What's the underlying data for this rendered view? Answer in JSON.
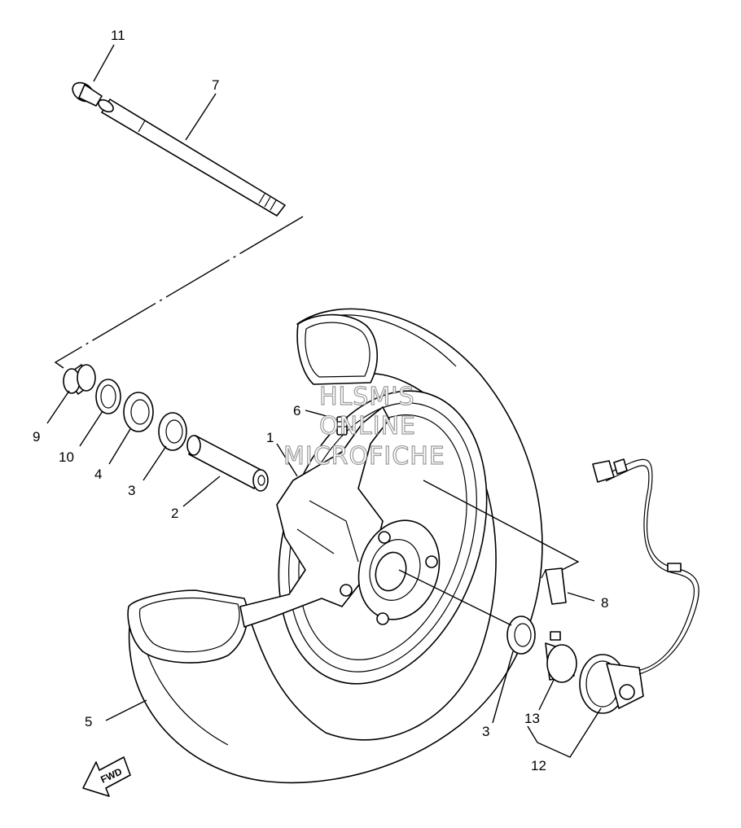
{
  "watermark": {
    "line1": "HLSM'S",
    "line2": "ONLINE",
    "line3": "MICROFICHE"
  },
  "fwd_label": "FWD",
  "callouts": [
    {
      "id": "callout-1",
      "text": "1"
    },
    {
      "id": "callout-2",
      "text": "2"
    },
    {
      "id": "callout-3a",
      "text": "3"
    },
    {
      "id": "callout-3b",
      "text": "3"
    },
    {
      "id": "callout-4",
      "text": "4"
    },
    {
      "id": "callout-5",
      "text": "5"
    },
    {
      "id": "callout-6",
      "text": "6"
    },
    {
      "id": "callout-7",
      "text": "7"
    },
    {
      "id": "callout-8",
      "text": "8"
    },
    {
      "id": "callout-9",
      "text": "9"
    },
    {
      "id": "callout-10",
      "text": "10"
    },
    {
      "id": "callout-11",
      "text": "11"
    },
    {
      "id": "callout-12",
      "text": "12"
    },
    {
      "id": "callout-13",
      "text": "13"
    }
  ]
}
